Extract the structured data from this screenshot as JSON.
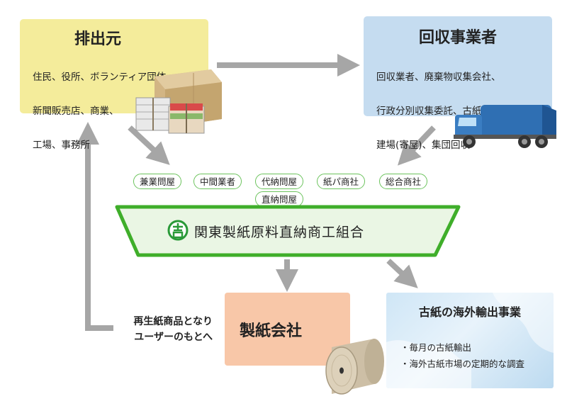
{
  "source": {
    "title": "排出元",
    "lines": [
      "住民、役所、ボランティア団体、",
      "新聞販売店、商業、",
      "工場、事務所"
    ]
  },
  "collector": {
    "title": "回収事業者",
    "lines": [
      "回収業者、廃棄物収集会社、",
      "行政分別収集委託、古紙問屋、",
      "建場(寄屋)、集団回収"
    ]
  },
  "tags": [
    "兼業問屋",
    "中間業者",
    "代納問屋",
    "紙パ商社",
    "総合商社",
    "直納問屋"
  ],
  "union": {
    "name": "関東製紙原料直納商工組合"
  },
  "paper_company": {
    "title": "製紙会社"
  },
  "export": {
    "title": "古紙の海外輸出事業",
    "items": [
      "・毎月の古紙輸出",
      "・海外古紙市場の定期的な調査"
    ]
  },
  "recycle": {
    "lines": [
      "再生紙商品となり",
      "ユーザーのもとへ"
    ]
  },
  "colors": {
    "arrow": "#a6a6a6",
    "funnel_border": "#3fae2a",
    "funnel_fill": "#eaf6e4",
    "tag_border": "#6cc35d"
  },
  "icons": [
    "paper-bundle-icon",
    "garbage-truck-icon",
    "union-emblem-icon",
    "paper-roll-icon",
    "world-map-icon"
  ]
}
